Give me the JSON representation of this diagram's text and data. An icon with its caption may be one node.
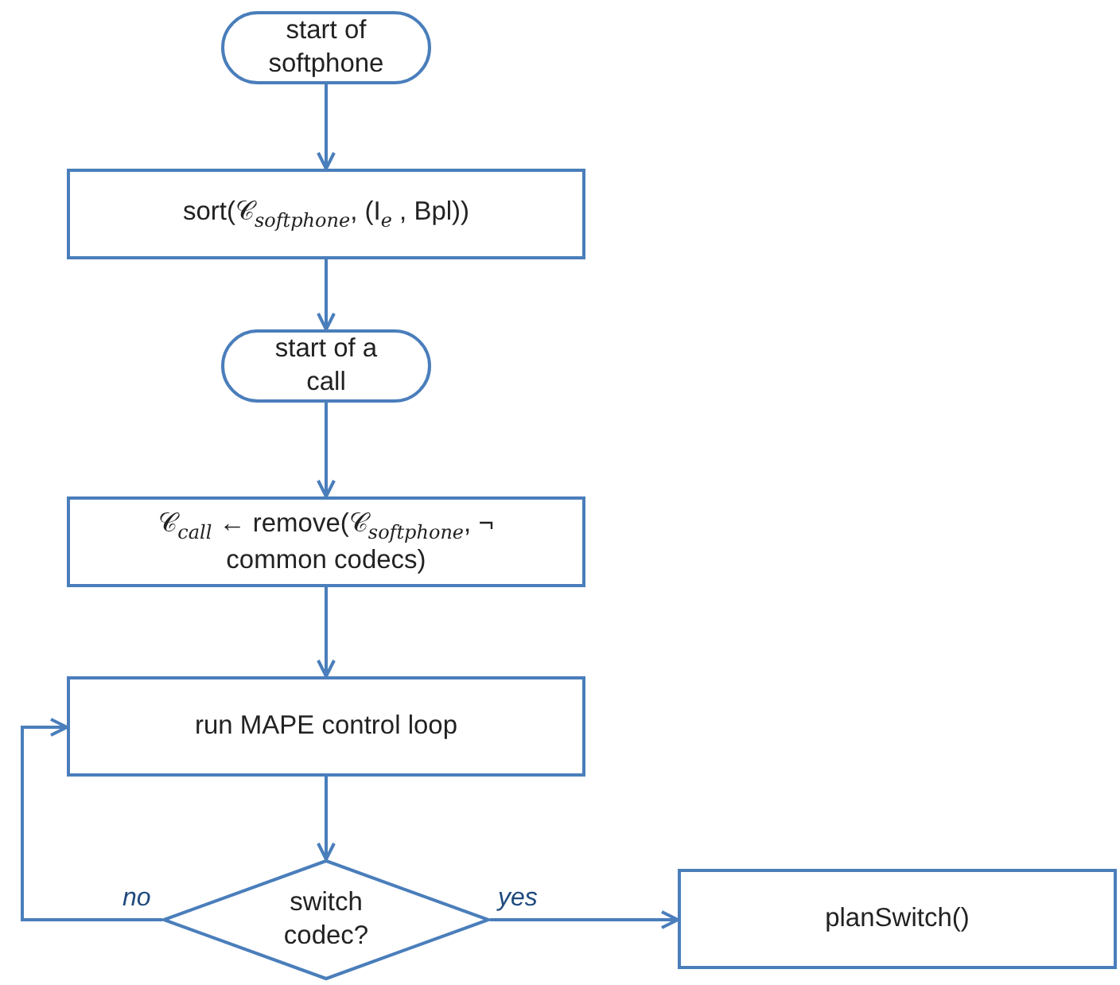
{
  "diagram": {
    "nodes": [
      {
        "text": [
          "start of softphone"
        ]
      },
      {
        "text": [
          "sort(𝒞$_{softphone}$, (I$_{e}$ , Bpl))"
        ]
      },
      {
        "text": [
          "start of a call"
        ]
      },
      {
        "text": [
          "𝒞$_{call}$ ← remove(𝒞$_{softphone}$, ¬ common codecs)"
        ]
      },
      {
        "text": [
          "run MAPE control loop"
        ]
      },
      {
        "text": [
          "switch codec?"
        ]
      },
      {
        "text": [
          "planSwitch()"
        ]
      }
    ],
    "edges": [
      {
        "from": 0,
        "to": 1,
        "arrow": "to"
      },
      {
        "from": 1,
        "to": 2,
        "arrow": "to"
      },
      {
        "from": 2,
        "to": 3,
        "arrow": "to"
      },
      {
        "from": 3,
        "to": 4,
        "arrow": "to"
      },
      {
        "from": 4,
        "to": 5,
        "arrow": "to"
      },
      {
        "from": 5,
        "to": 4,
        "arrow": "to",
        "label": "no"
      },
      {
        "from": 5,
        "to": 6,
        "arrow": "to",
        "label": "yes"
      }
    ]
  }
}
